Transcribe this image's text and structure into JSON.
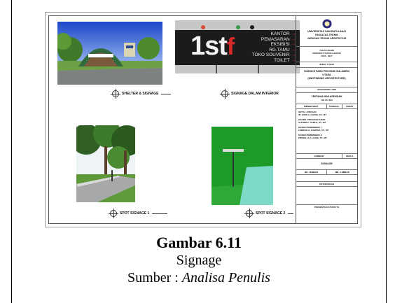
{
  "caption": {
    "title": "Gambar 6.11",
    "subtitle": "Signage",
    "source_prefix": "Sumber : ",
    "source_italic": "Analisa Penulis"
  },
  "drawing": {
    "views": [
      {
        "label": "SHELTER & SIGNAGE"
      },
      {
        "label": "SIGNAGE DALAM INTERIOR"
      },
      {
        "label": "SPOT SIGNAGE 1"
      },
      {
        "label": "SPOT SIGNAGE 2"
      }
    ],
    "interior_sign": {
      "big_text": "1st",
      "accent_letter": "f",
      "items": [
        "KANTOR",
        "PEMASARAN",
        "EKSIBISI",
        "RG.TAMU",
        "TOKO SOUVENIR",
        "TOILET"
      ]
    },
    "title_block": {
      "university": "UNIVERSITAS SAM RATULANGI",
      "faculty": "FAKULTAS TEKNIK",
      "department": "JURUSAN TEKNIK ARSITEKTUR",
      "course": "TUGAS AKHIR",
      "period": "PERIODE II TAHUN AJARAN",
      "year": "2016 - 2017",
      "title_header": "JUDUL TUGAS",
      "project_1": "SCIENCE PARK PROVINSI SULAWESI",
      "project_2": "UTARA",
      "project_3": "(WAYFINDING ARCHITECTURE)",
      "student_header": "MAHASISWA / NIM",
      "student_name": "TRIFONIA MAKASENDAH",
      "student_nim": "130 211 033",
      "col_headers": [
        "MENGETAHUI",
        "TANGGAL",
        "PARAF"
      ],
      "roles": [
        "KETUA JURUSAN",
        "KOORD. PROGRAM STUDI",
        "DOSEN PEMBIMBING I",
        "DOSEN PEMBIMBING II"
      ],
      "names": [
        "IR. JOHN A. KHUSE, ST., MT",
        "ALFRED E. SUMUL, ST., MT",
        "FEBRIAN G. DAMUNA, ST., MT",
        "PRISKILLA A. AGNE, ST., MT"
      ],
      "gambar_header": "GAMBAR",
      "gambar_name": "SIGNAGE",
      "skala_header": "SKALA",
      "no_header": "NO. LEMBAR",
      "jml_header": "JML. LEMBAR",
      "ket_header": "KETERANGAN",
      "studio": "PRESENTASI STUDIO TA"
    }
  }
}
